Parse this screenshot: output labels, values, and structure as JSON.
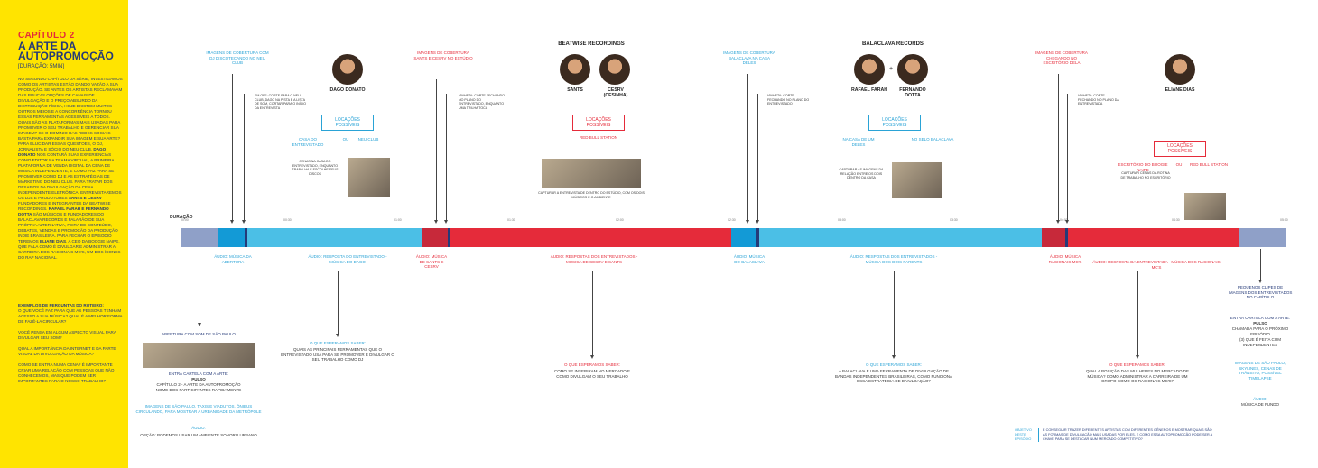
{
  "sidebar": {
    "chapter": "CAPÍTULO 2",
    "title": "A ARTE DA AUTOPROMOÇÃO",
    "duration": "[DURAÇÃO: 5MIN]",
    "intro": "NO SEGUNDO CAPÍTULO DA SÉRIE, INVESTIGAMOS COMO OS ARTISTAS ESTÃO DANDO VAZÃO A SUA PRODUÇÃO. SE ANTES OS ARTISTAS RECLAMAVAM DAS POUCAS OPÇÕES DE CANAIS DE DIVULGAÇÃO E O PREÇO ABSURDO DA DISTRIBUIÇÃO FÍSICA, HOJE EXISTEM MUITOS OUTROS MEIOS E A CONCORRÊNCIA TORNOU ESSAS FERRAMENTAS ACESSÍVEIS A TODOS. QUAIS SÃO AS PLATAFORMAS MAIS USADAS PARA PROMOVER O SEU TRABALHO E GERENCIAR SUA IMAGEM? SE O DOMÍNIO DAS REDES SOCIAIS BASTA PARA EXPANDIR SUA IMAGEM E SUA ARTE? PARA ELUCIDAR ESSAS QUESTÕES, O DJ, JORNALISTA E SÓCIO DO NEU CLUB,",
    "intro_bold1": "DAGO DONATO",
    "intro_mid": "NOS CONTARÁ SUAS EXPERIÊNCIAS COMO EDITOR NA TRAMA VIRTUAL, A PRIMEIRA PLATAFORMA DE VENDA DIGITAL DA CENA DE MÚSICA INDEPENDENTE, E COMO FAZ PARA SE PROMOVER COMO DJ E AS ESTRATÉGIAS DE MARKETING DO NEU CLUB. PARA TRATAR DOS DESAFIOS DA DIVULGAÇÃO DA CENA INDEPENDENTE ELETRÔNICA, ENTREVISTAREMOS OS DJS E PRODUTORES",
    "intro_bold2": "SANTS E CESRV",
    "intro_mid2": "FUNDADORES E INTEGRANTES DA BEATWISE RECORDINGS.",
    "intro_bold3": "RAFAEL FARAH E FERNANDO DOTTA",
    "intro_mid3": "SÃO MÚSICOS E FUNDADORES DO BALACLAVA RECORDS E FALARÃO DE SUA PRÓPRIA ALTERNATIVA, FEIRA DE CONTEÚDO, DEBATES, VENDAS E PROMOÇÃO DA PRODUÇÃO INDIE BRASILEIRA. PARA FECHAR O EPISÓDIO TEREMOS",
    "intro_bold4": "ELIANE DIAS",
    "intro_end": ", A CEO DA BOOGIE NAIPE, QUE FALA COMO É DIVULGAR E ADMINISTRAR A CARREIRA DOS RACIONAIS MC'S, UM DOS ÍCONES DO RAP NACIONAL.",
    "questions_title": "EXEMPLOS DE PERGUNTAS DO ROTEIRO:",
    "questions": [
      "O QUE VOCÊ FAZ PARA QUE AS PESSOAS TENHAM ACESSO A SUA MÚSICA? QUAL É A MELHOR FORMA DE FAZÊ-LA CIRCULAR?",
      "VOCÊ PENSA EM ALGUM ASPECTO VISUAL PARA DIVULGAR SEU SOM?",
      "QUAL A IMPORTÂNCIA DA INTERNET E DA PARTE VISUAL DA DIVULGAÇÃO DA MÚSICA?",
      "COMO SE ENTRA NUMA CENA? É IMPORTANTE CRIAR UMA RELAÇÃO COM PESSOAS QUE NÃO CONHECEMOS, MAS QUE PODEM SER IMPORTANTES PARA O NOSSO TRABALHO?"
    ]
  },
  "timeline": {
    "label": "DURAÇÃO",
    "ticks": [
      "00:00",
      "00:30",
      "01:00",
      "01:30",
      "02:00",
      "02:30",
      "03:00",
      "03:30",
      "04:00",
      "04:30",
      "05:00"
    ]
  },
  "top": {
    "cover1": "IMAGENS DE COBERTURA COM DJ DISCOTECANDO NO NEU CLUB",
    "note1": "EM OFF: CORTE PARA O NEU CLUB, DAGO NA PISTA E A LISTA DE SOM, CORTAR PARA O INÍCIO DA ENTREVISTA",
    "dago": "DAGO DONATO",
    "loc1": "LOCAÇÕES POSSÍVEIS",
    "loc1a": "CASA DO ENTREVISTADO",
    "loc1or": "OU",
    "loc1b": "NEU CLUB",
    "desc1": "CENAS NA CASA DO ENTREVISTADO, ENQUANTO TRABALHA E ESCOLHE SEUS DISCOS",
    "cover2": "IMAGENS DE COBERTURA SANTS E CESRV NO ESTÚDIO",
    "note2": "VINHETA: CORTE FECHANDO NO PLANO DO ENTREVISTADO, ENQUANTO UMA TRILHA TOCA",
    "studio1": "BEATWISE RECORDINGS",
    "sants": "SANTS",
    "cesrv": "CESRV (CESINHA)",
    "loc2": "LOCAÇÕES POSSÍVEIS",
    "loc2a": "RED BULL STATION",
    "desc2": "CAPTURAR A ENTREVISTA DE DENTRO DO ESTÚDIO, COM OS DOIS MÚSICOS E O AMBIENTE",
    "cover3": "IMAGENS DE COBERTURA BALACLAVA NA CASA DELES",
    "note3": "VINHETA: CORTE FECHANDO NO PLANO DO ENTREVISTADO",
    "studio2": "BALACLAVA RECORDS",
    "rafael": "RAFAEL FARAH",
    "fernando": "FERNANDO DOTTA",
    "plus": "+",
    "loc3": "LOCAÇÕES POSSÍVEIS",
    "loc3a": "NA CASA DE UM DELES",
    "loc3b": "NO SELO BALACLAVA",
    "desc3": "CAPTURAR AS IMAGENS DA RELAÇÃO ENTRE OS DOIS DENTRO DA CASA",
    "cover4": "IMAGENS DE COBERTURA CHEGANDO NO ESCRITÓRIO DELA",
    "note4": "VINHETA: CORTE FECHANDO NO PLANO DA ENTREVISTADA",
    "eliane": "ELIANE DIAS",
    "loc4": "LOCAÇÕES POSSÍVEIS",
    "loc4a": "ESCRITÓRIO DO BOOGIE NAIPE",
    "loc4or": "OU",
    "loc4b": "RED BULL STATION",
    "desc4": "CAPTURAR CENAS DA ROTINA DE TRABALHO NO ESCRITÓRIO"
  },
  "bottom": {
    "a1": "ÁUDIO: MÚSICA DA ABERTURA",
    "a2": "ÁUDIO: RESPOSTA DO ENTREVISTADO - MÚSICA DO DAGO",
    "a3": "ÁUDIO: MÚSICA DE SANTS E CESRV",
    "a4": "ÁUDIO: RESPOSTAS DOS ENTREVISTADOS - MÚSICA DE CESRV E SANTS",
    "a5": "ÁUDIO: MÚSICA DO BALACLAVA",
    "a6": "ÁUDIO: RESPOSTAS DOS ENTREVISTADOS - MÚSICA DOS DOIS PARENTS",
    "a7": "ÁUDIO: MÚSICA RACIONAIS MC'S",
    "a8": "ÁUDIO: RESPOSTA DA ENTREVISTADA - MÚSICA DOS RACIONAIS MC'S",
    "open": "ABERTURA COM SOM DE SÃO PAULO",
    "open_card": "ENTRA CARTELA COM A ARTE:",
    "open_p": "PULSO",
    "open_c": "CAPÍTULO 2 - A ARTE DA AUTOPROMOÇÃO",
    "open_n": "NOME DOS PARTICIPANTES RAPIDAMENTE",
    "open_img": "IMAGENS DE SÃO PAULO, TAXIS E VIADUTOS, ÔNIBUS CIRCULANDO, PARA MOSTRAR A URBANIDADE DA METRÓPOLE",
    "open_audio": "ÁUDIO:",
    "open_opt": "OPÇÃO: PODEMOS USAR UM AMBIENTE SONORO URBANO",
    "k1": "O QUE ESPERAMOS SABER:",
    "k1t": "QUAIS AS PRINCIPAIS FERRAMENTAS QUE O ENTREVISTADO USA PARA SE PROMOVER E DIVULGAR O SEU TRABALHO COMO DJ",
    "k2": "O QUE ESPERAMOS SABER:",
    "k2t": "COMO SE INSERIRAM NO MERCADO E COMO DIVULGAM O SEU TRABALHO",
    "k3": "O QUE ESPERAMOS SABER:",
    "k3t": "A BALACLAVA É UMA FERRAMENTA DE DIVULGAÇÃO DE BANDAS INDEPENDENTES BRASILEIRAS, COMO FUNCIONA ESSA ESTRATÉGIA DE DIVULGAÇÃO?",
    "k4": "O QUE ESPERAMOS SABER:",
    "k4t": "QUAL A POSIÇÃO DAS MULHERES NO MERCADO DE MÚSICA? COMO ADMINISTRAR A CARREIRA DE UM GRUPO COMO OS RACIONAIS MC'S?",
    "end": "PEQUENOS CLIPES DE IMAGENS DOS ENTREVISTADOS NO CAPÍTULO",
    "end_card": "ENTRA CARTELA COM A ARTE:",
    "end_p": "PULSO",
    "end_c": "CHAMADA PARA O PRÓXIMO EPISÓDIO",
    "end_n": "(3) QUE É FEITA COM INDEPENDENTES",
    "end_img": "IMAGENS DE SÃO PAULO, SKYLINES, CENAS DE TRÂNSITO, POSSÍVEL TIMELAPSE",
    "end_audio": "ÁUDIO:",
    "end_music": "MÚSICA DE FUNDO",
    "objective_label": "OBJETIVO DESTE EPISÓDIO",
    "objective": "É CONSEGUIR TRAZER DIFERENTES ARTISTAS COM DIFERENTES GÊNEROS E MOSTRAR QUAIS SÃO AS FORMAS DE DIVULGAÇÃO MAIS USADAS POR ELES. E COMO ESSA AUTOPROMOÇÃO PODE SER A CHAVE PARA SE DESTACAR NUM MERCADO COMPETITIVO?"
  }
}
